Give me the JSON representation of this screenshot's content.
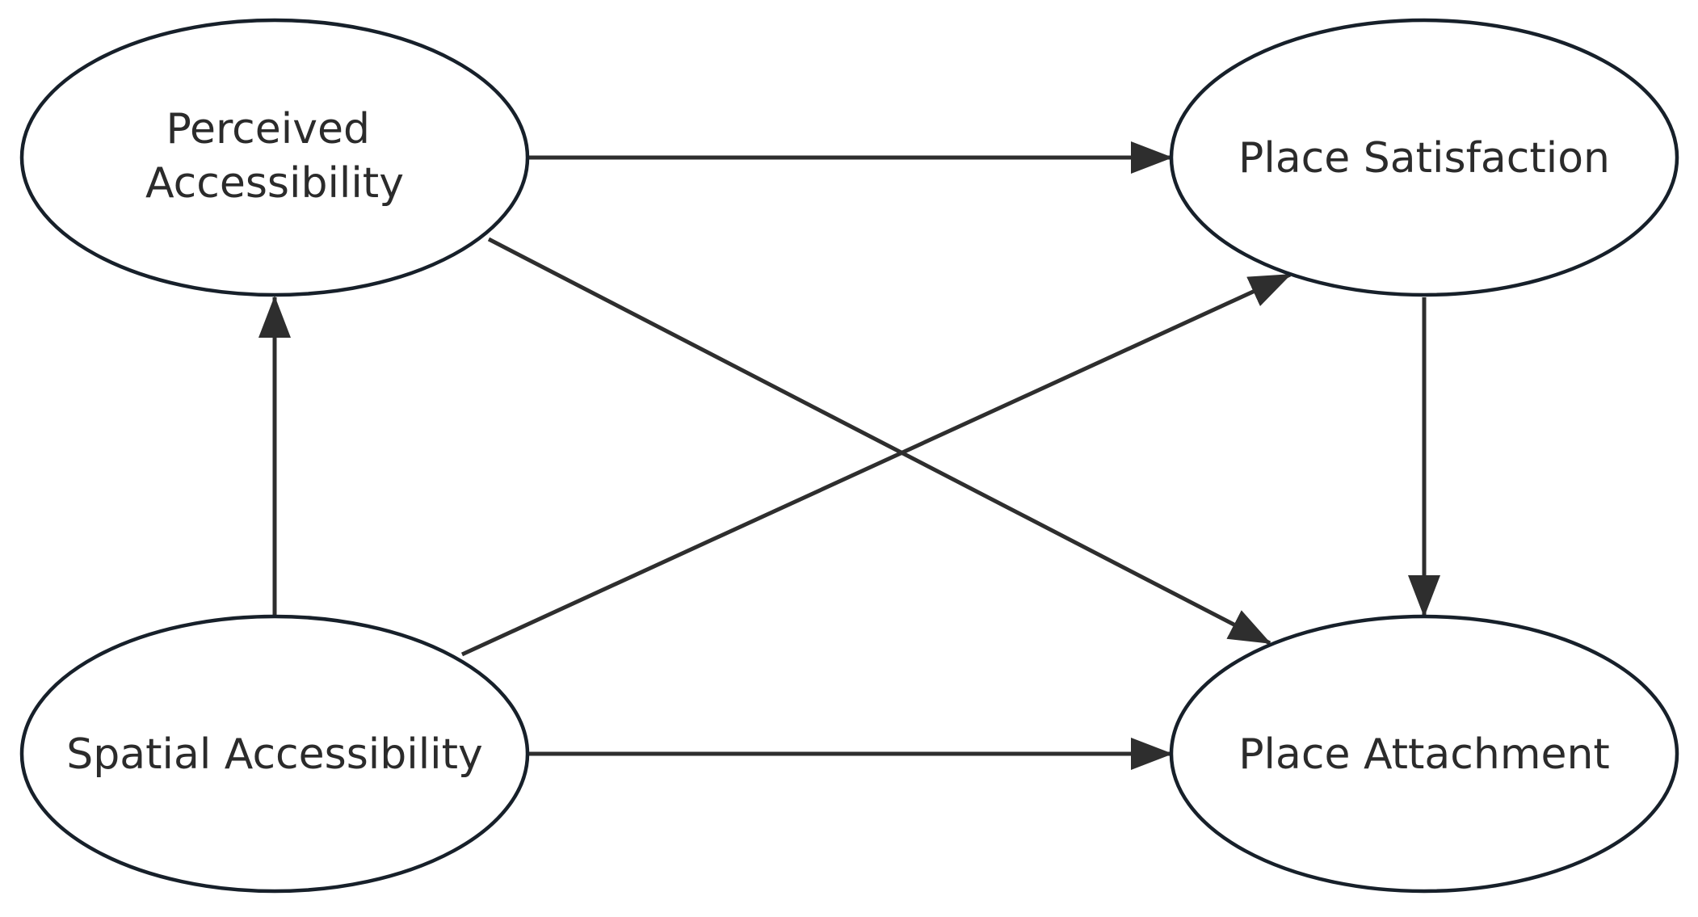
{
  "diagram": {
    "nodes": [
      {
        "id": "perceived",
        "label_lines": [
          "Perceived",
          "Accessibility"
        ]
      },
      {
        "id": "satisfaction",
        "label_lines": [
          "Place Satisfaction"
        ]
      },
      {
        "id": "spatial",
        "label_lines": [
          "Spatial Accessibility"
        ]
      },
      {
        "id": "attachment",
        "label_lines": [
          "Place Attachment"
        ]
      }
    ],
    "edges": [
      {
        "from": "perceived",
        "to": "satisfaction"
      },
      {
        "from": "perceived",
        "to": "attachment"
      },
      {
        "from": "spatial",
        "to": "perceived"
      },
      {
        "from": "spatial",
        "to": "satisfaction"
      },
      {
        "from": "spatial",
        "to": "attachment"
      },
      {
        "from": "satisfaction",
        "to": "attachment"
      }
    ]
  },
  "colors": {
    "node_stroke": "#17202a",
    "edge": "#2e2e2e",
    "text": "#2b2b2b",
    "background": "#ffffff"
  }
}
